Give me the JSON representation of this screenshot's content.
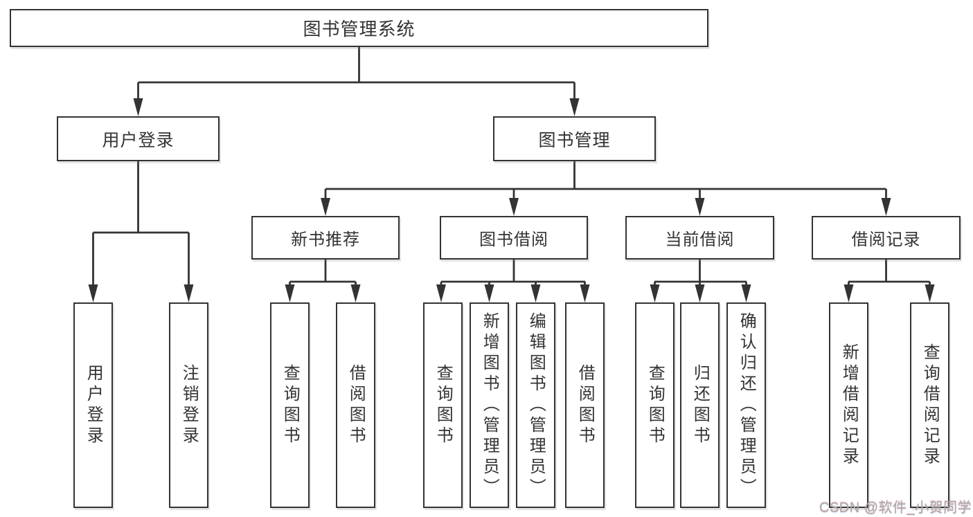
{
  "diagram": {
    "root": {
      "label": "图书管理系统",
      "children": [
        {
          "label": "用户登录",
          "children": [
            {
              "label": "用户登录"
            },
            {
              "label": "注销登录"
            }
          ]
        },
        {
          "label": "图书管理",
          "children": [
            {
              "label": "新书推荐",
              "children": [
                {
                  "label": "查询图书"
                },
                {
                  "label": "借阅图书"
                }
              ]
            },
            {
              "label": "图书借阅",
              "children": [
                {
                  "label": "查询图书"
                },
                {
                  "label": "新增图书（管理员）"
                },
                {
                  "label": "编辑图书（管理员）"
                },
                {
                  "label": "借阅图书"
                }
              ]
            },
            {
              "label": "当前借阅",
              "children": [
                {
                  "label": "查询图书"
                },
                {
                  "label": "归还图书"
                },
                {
                  "label": "确认归还（管理员）"
                }
              ]
            },
            {
              "label": "借阅记录",
              "children": [
                {
                  "label": "新增借阅记录"
                },
                {
                  "label": "查询借阅记录"
                }
              ]
            }
          ]
        }
      ]
    },
    "line_color": "#333333",
    "box_border_color": "#333333",
    "text_color": "#333333",
    "background_color": "#ffffff"
  },
  "watermark": {
    "text": "CSDN @软件_小贺同学",
    "color": "#ababab"
  }
}
